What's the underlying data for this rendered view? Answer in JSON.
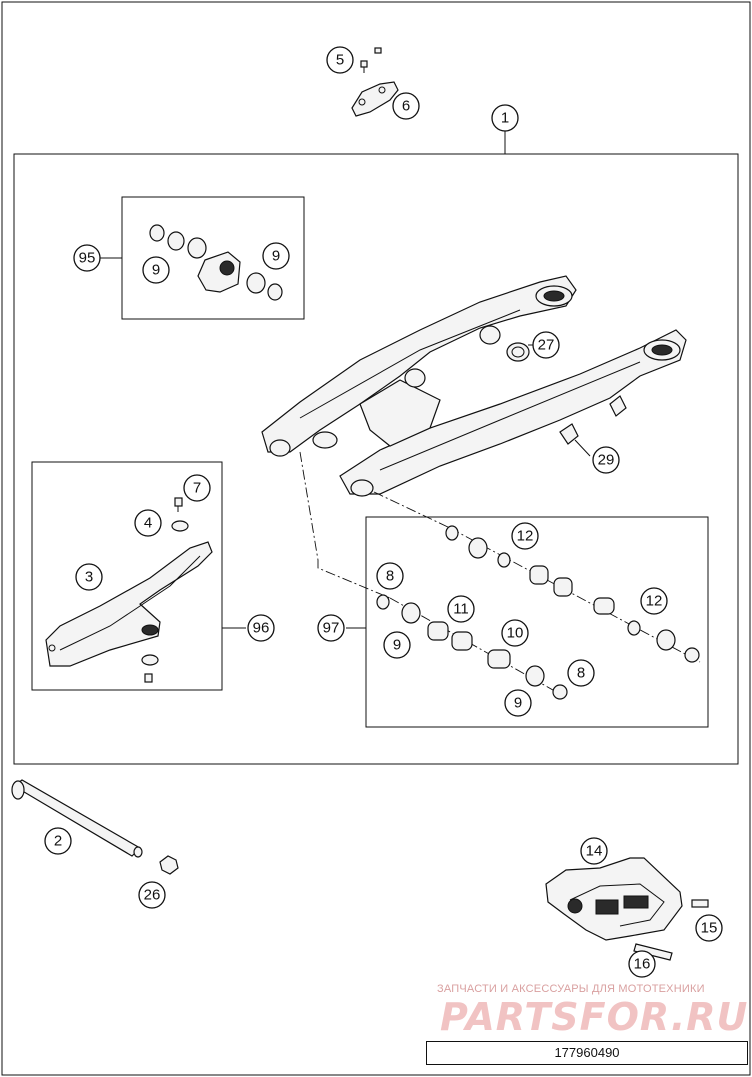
{
  "callouts": {
    "c1": "1",
    "c2": "2",
    "c3": "3",
    "c4": "4",
    "c5": "5",
    "c6": "6",
    "c7": "7",
    "c8a": "8",
    "c8b": "8",
    "c9a": "9",
    "c9b": "9",
    "c9c": "9",
    "c9d": "9",
    "c10": "10",
    "c11": "11",
    "c12a": "12",
    "c12b": "12",
    "c14": "14",
    "c15": "15",
    "c16": "16",
    "c26": "26",
    "c27": "27",
    "c29": "29",
    "c95": "95",
    "c96": "96",
    "c97": "97"
  },
  "watermark": {
    "line1": "ЗАПЧАСТИ И АКСЕССУАРЫ ДЛЯ МОТОТЕХНИКИ",
    "line2": "PARTSFOR.RU"
  },
  "diagram_code": "177960490"
}
